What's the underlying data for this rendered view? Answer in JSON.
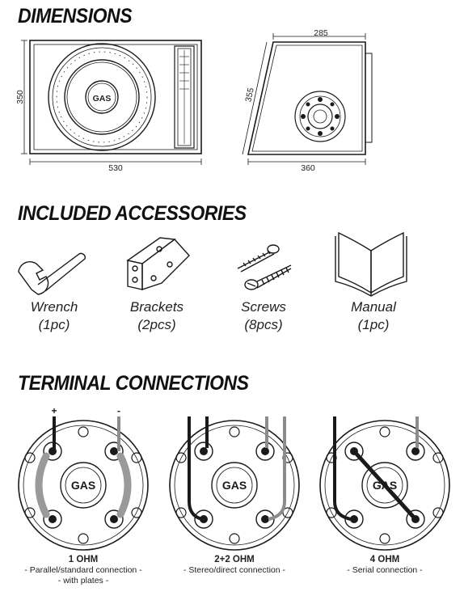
{
  "sections": {
    "dimensions": "DIMENSIONS",
    "accessories": "INCLUDED ACCESSORIES",
    "terminals": "TERMINAL CONNECTIONS"
  },
  "dimensions": {
    "front_width": "530",
    "front_height": "350",
    "side_top": "285",
    "side_bottom": "360",
    "side_height": "355",
    "brand": "GAS"
  },
  "accessories": [
    {
      "name": "Wrench",
      "qty": "(1pc)",
      "icon": "wrench-icon"
    },
    {
      "name": "Brackets",
      "qty": "(2pcs)",
      "icon": "bracket-icon"
    },
    {
      "name": "Screws",
      "qty": "(8pcs)",
      "icon": "screws-icon"
    },
    {
      "name": "Manual",
      "qty": "(1pc)",
      "icon": "manual-icon"
    }
  ],
  "terminals": [
    {
      "title": "1 OHM",
      "line1": "- Parallel/standard connection -",
      "line2": "- with plates -"
    },
    {
      "title": "2+2 OHM",
      "line1": "- Stereo/direct connection -",
      "line2": ""
    },
    {
      "title": "4 OHM",
      "line1": "- Serial connection -",
      "line2": ""
    }
  ],
  "colors": {
    "ink": "#1a1a1a",
    "grey_wire": "#8c8c8c",
    "plate": "#9a9a9a"
  }
}
